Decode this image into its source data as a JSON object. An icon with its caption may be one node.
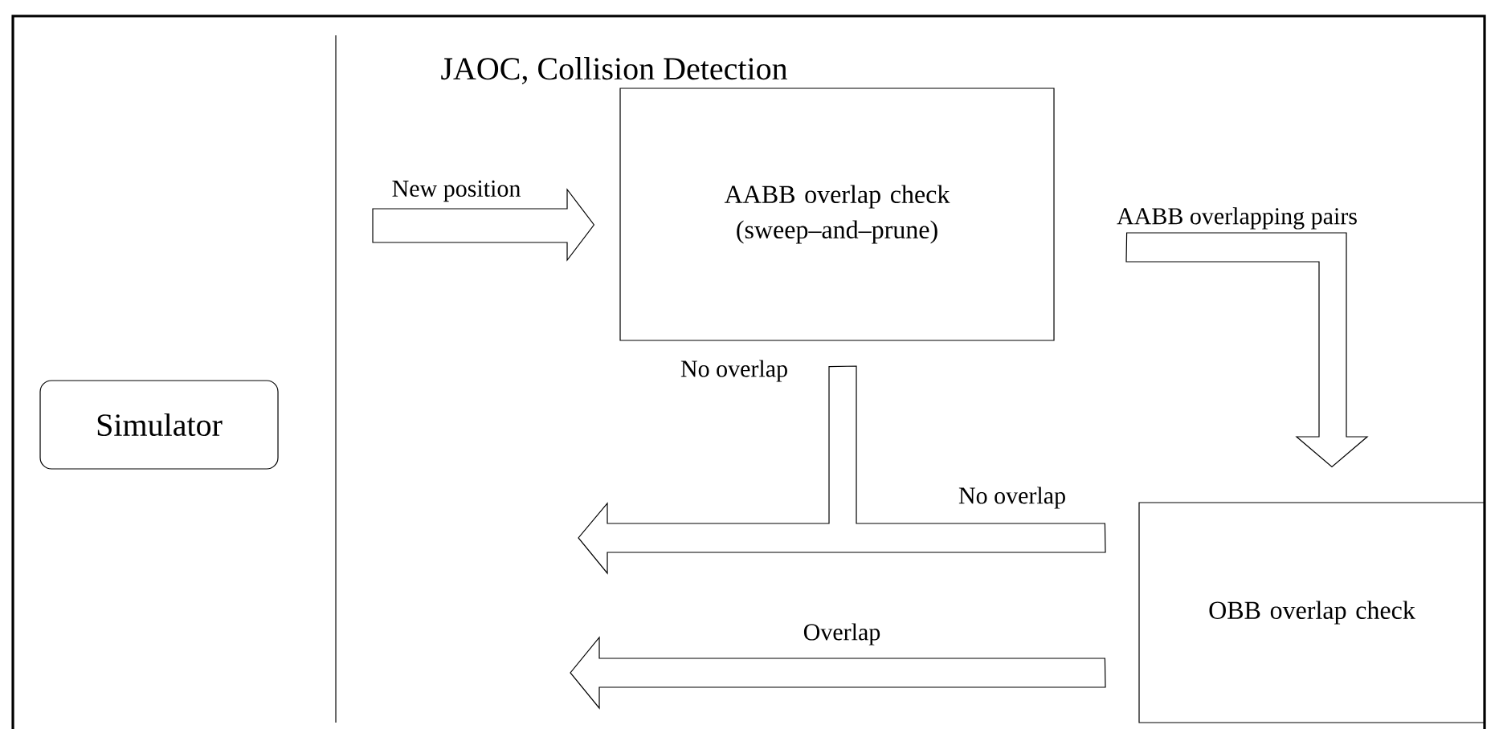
{
  "diagram": {
    "title": "JAOC, Collision Detection",
    "nodes": [
      {
        "text": [
          "Simulator"
        ]
      },
      {
        "text": [
          "AABB overlap check (sweep–and–prune)"
        ]
      },
      {
        "text": [
          "OBB overlap check"
        ]
      }
    ],
    "edges": [
      {
        "from": null,
        "to": 1,
        "arrow": "to",
        "label": "New position"
      },
      {
        "from": 1,
        "to": 2,
        "arrow": "to",
        "label": "AABB overlapping pairs"
      },
      {
        "from": 1,
        "to": null,
        "arrow": "to",
        "label": "No overlap"
      },
      {
        "from": 2,
        "to": null,
        "arrow": "to",
        "label": "No overlap"
      },
      {
        "from": 2,
        "to": null,
        "arrow": "to",
        "label": "Overlap"
      }
    ]
  }
}
